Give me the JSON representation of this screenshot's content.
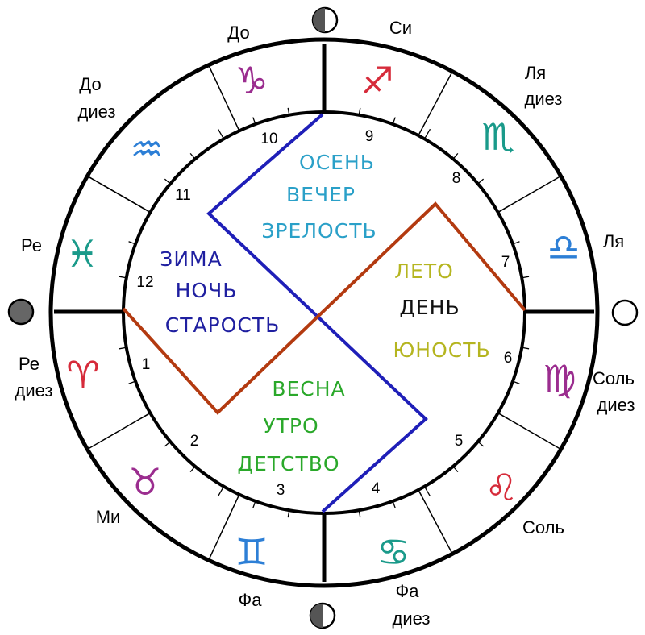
{
  "notes": {
    "do": "До",
    "si": "Си",
    "do_diez": [
      "До",
      "диез"
    ],
    "la_diez": [
      "Ля",
      "диез"
    ],
    "re": "Ре",
    "la": "Ля",
    "re_diez": [
      "Ре",
      "диез"
    ],
    "sol_diez": [
      "Соль",
      "диез"
    ],
    "mi": "Ми",
    "sol": "Соль",
    "fa": "Фа",
    "fa_diez": [
      "Фа",
      "диез"
    ]
  },
  "houses": [
    "1",
    "2",
    "3",
    "4",
    "5",
    "6",
    "7",
    "8",
    "9",
    "10",
    "11",
    "12"
  ],
  "quadrants": {
    "autumn": [
      "ОСЕНЬ",
      "ВЕЧЕР",
      "ЗРЕЛОСТЬ"
    ],
    "winter": [
      "ЗИМА",
      "НОЧЬ",
      "СТАРОСТЬ"
    ],
    "summer": [
      "ЛЕТО",
      "ДЕНЬ",
      "ЮНОСТЬ"
    ],
    "spring": [
      "ВЕСНА",
      "УТРО",
      "ДЕТСТВО"
    ]
  },
  "zodiac": [
    {
      "name": "capricorn-icon",
      "glyph": "♑",
      "color": "#9b2d8f"
    },
    {
      "name": "sagittarius-icon",
      "glyph": "♐",
      "color": "#d62b3a"
    },
    {
      "name": "aquarius-icon",
      "glyph": "♒",
      "color": "#2d7fd6"
    },
    {
      "name": "scorpio-icon",
      "glyph": "♏",
      "color": "#1a9a8a"
    },
    {
      "name": "pisces-icon",
      "glyph": "♓",
      "color": "#1a9a8a"
    },
    {
      "name": "libra-icon",
      "glyph": "♎",
      "color": "#2d7fd6"
    },
    {
      "name": "aries-icon",
      "glyph": "♈",
      "color": "#d62b3a"
    },
    {
      "name": "virgo-icon",
      "glyph": "♍",
      "color": "#9b2d8f"
    },
    {
      "name": "taurus-icon",
      "glyph": "♉",
      "color": "#9b2d8f"
    },
    {
      "name": "leo-icon",
      "glyph": "♌",
      "color": "#d62b3a"
    },
    {
      "name": "gemini-icon",
      "glyph": "♊",
      "color": "#2d7fd6"
    },
    {
      "name": "cancer-icon",
      "glyph": "♋",
      "color": "#1a9a8a"
    }
  ],
  "colors": {
    "autumn": "#2aa0c8",
    "winter": "#1f1fa0",
    "summer_title": "#b5b520",
    "summer_mid": "#111111",
    "spring": "#2aa82a",
    "blue_line": "#1f1fb8",
    "red_line": "#b33a10"
  }
}
